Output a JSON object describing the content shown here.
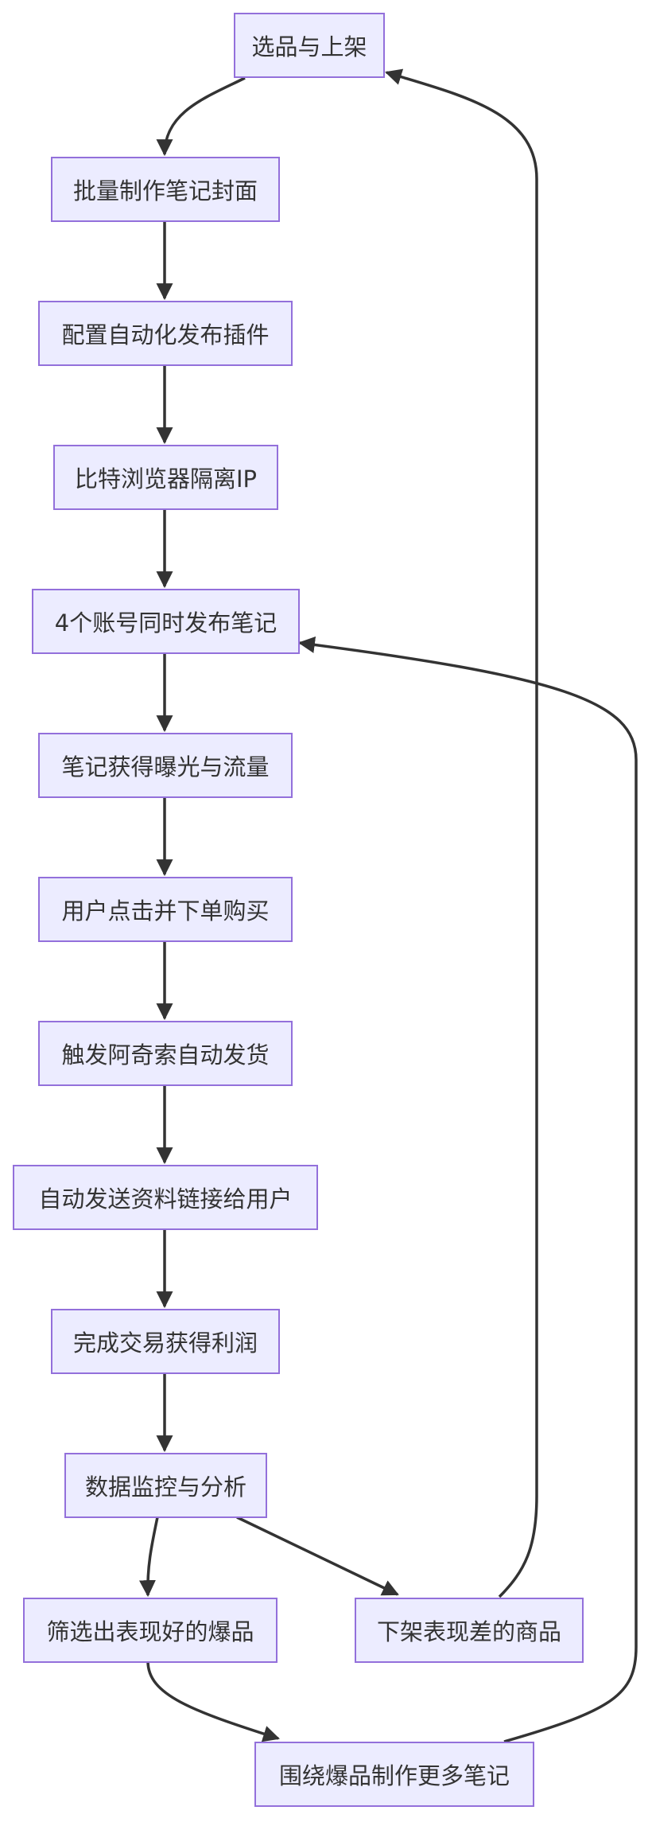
{
  "colors": {
    "node_fill": "#ECECFF",
    "node_border": "#9370DB",
    "edge": "#333333",
    "text": "#333333",
    "background": "#FFFFFF"
  },
  "nodes": [
    {
      "id": "n1",
      "label": "选品与上架"
    },
    {
      "id": "n2",
      "label": "批量制作笔记封面"
    },
    {
      "id": "n3",
      "label": "配置自动化发布插件"
    },
    {
      "id": "n4",
      "label": "比特浏览器隔离IP"
    },
    {
      "id": "n5",
      "label": "4个账号同时发布笔记"
    },
    {
      "id": "n6",
      "label": "笔记获得曝光与流量"
    },
    {
      "id": "n7",
      "label": "用户点击并下单购买"
    },
    {
      "id": "n8",
      "label": "触发阿奇索自动发货"
    },
    {
      "id": "n9",
      "label": "自动发送资料链接给用户"
    },
    {
      "id": "n10",
      "label": "完成交易获得利润"
    },
    {
      "id": "n11",
      "label": "数据监控与分析"
    },
    {
      "id": "n12",
      "label": "筛选出表现好的爆品"
    },
    {
      "id": "n13",
      "label": "下架表现差的商品"
    },
    {
      "id": "n14",
      "label": "围绕爆品制作更多笔记"
    }
  ],
  "edges": [
    {
      "from": "n1",
      "to": "n2"
    },
    {
      "from": "n2",
      "to": "n3"
    },
    {
      "from": "n3",
      "to": "n4"
    },
    {
      "from": "n4",
      "to": "n5"
    },
    {
      "from": "n5",
      "to": "n6"
    },
    {
      "from": "n6",
      "to": "n7"
    },
    {
      "from": "n7",
      "to": "n8"
    },
    {
      "from": "n8",
      "to": "n9"
    },
    {
      "from": "n9",
      "to": "n10"
    },
    {
      "from": "n10",
      "to": "n11"
    },
    {
      "from": "n11",
      "to": "n12"
    },
    {
      "from": "n11",
      "to": "n13"
    },
    {
      "from": "n12",
      "to": "n14"
    },
    {
      "from": "n13",
      "to": "n1"
    },
    {
      "from": "n14",
      "to": "n5"
    }
  ]
}
